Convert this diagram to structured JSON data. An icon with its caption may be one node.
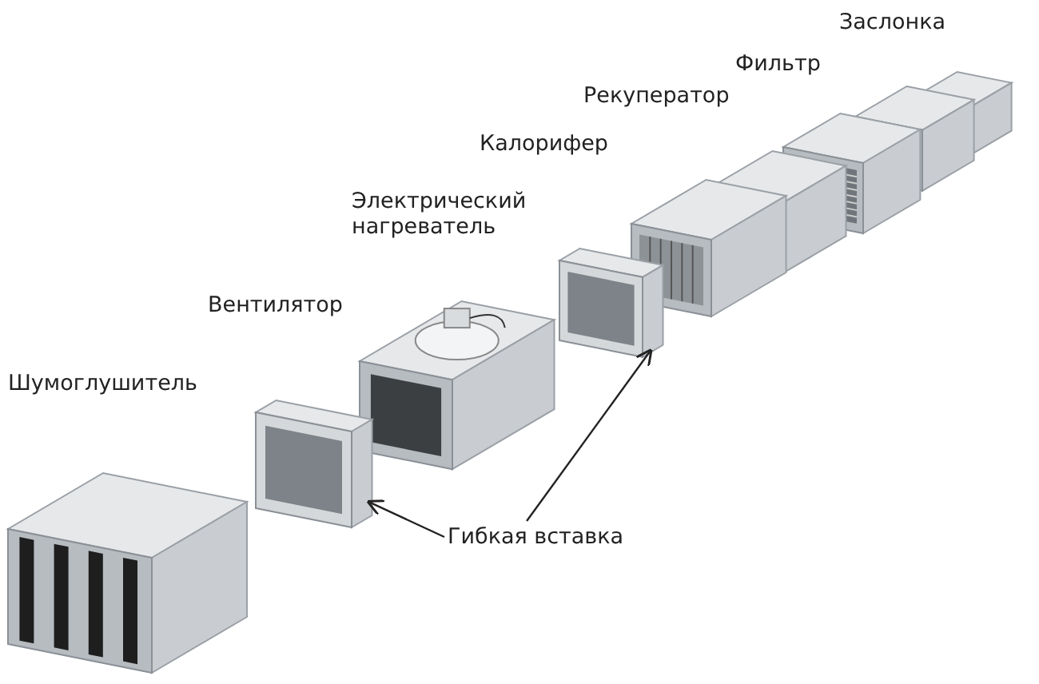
{
  "diagram": {
    "nodes": [
      {
        "text": [
          "Гибкая вставка"
        ]
      },
      {
        "text": [],
        "shape": "box"
      },
      {
        "text": [],
        "shape": "box"
      }
    ],
    "edges": [
      {
        "from": 0,
        "to": 1,
        "arrow": "to"
      },
      {
        "from": 0,
        "to": 2,
        "arrow": "to"
      }
    ],
    "labels": [
      "Заслонка",
      "Фильтр",
      "Рекуператор",
      "Калорифер",
      "Электрический нагреватель",
      "Вентилятор",
      "Шумоглушитель"
    ]
  }
}
